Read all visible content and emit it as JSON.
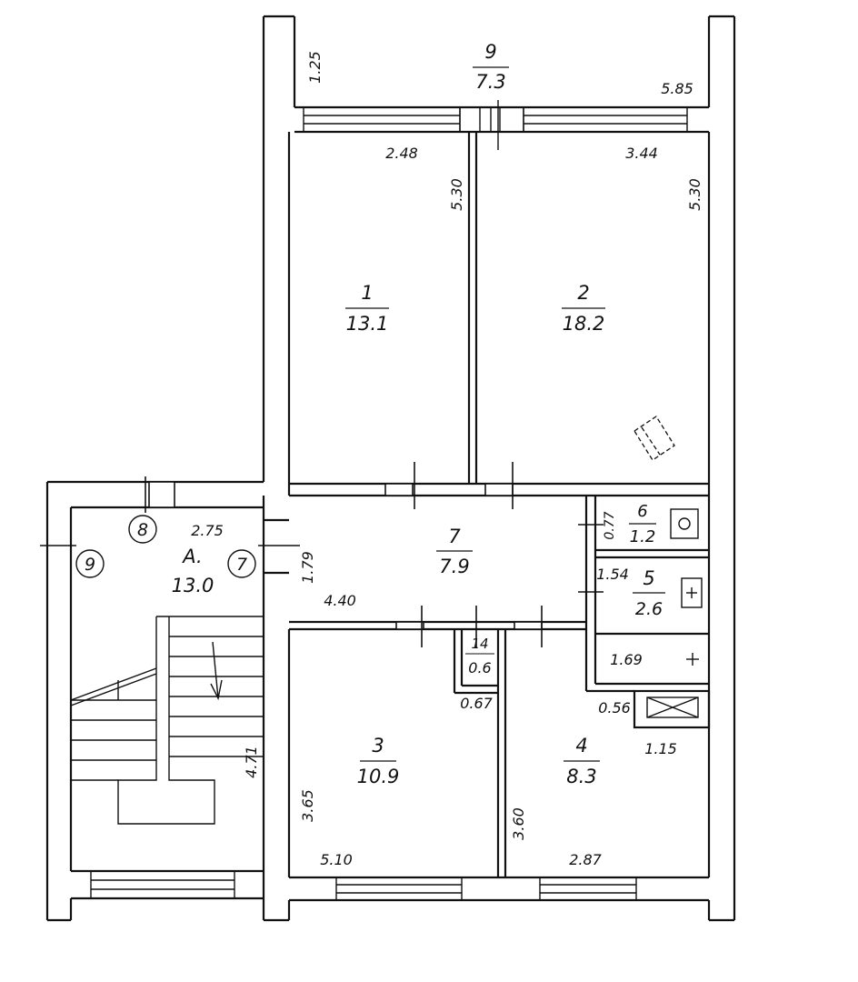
{
  "colors": {
    "line": "#111111",
    "background": "#ffffff"
  },
  "rooms": [
    {
      "id": "room-9",
      "number": "9",
      "area": "7.3"
    },
    {
      "id": "room-1",
      "number": "1",
      "area": "13.1"
    },
    {
      "id": "room-2",
      "number": "2",
      "area": "18.2"
    },
    {
      "id": "room-7",
      "number": "7",
      "area": "7.9"
    },
    {
      "id": "room-6",
      "number": "6",
      "area": "1.2"
    },
    {
      "id": "room-5",
      "number": "5",
      "area": "2.6"
    },
    {
      "id": "room-14",
      "number": "14",
      "area": "0.6"
    },
    {
      "id": "room-3",
      "number": "3",
      "area": "10.9"
    },
    {
      "id": "room-4",
      "number": "4",
      "area": "8.3"
    }
  ],
  "stair": {
    "label": "A.",
    "area": "13.0",
    "markers": [
      "8",
      "9",
      "7"
    ]
  },
  "dimensions": {
    "balcony_depth": "1.25",
    "balcony_length": "5.85",
    "room1_width": "2.48",
    "room1_depth": "5.30",
    "room2_width": "3.44",
    "room2_depth": "5.30",
    "stair_width": "2.75",
    "stair_depth": "4.71",
    "hall_depth": "1.79",
    "hall_length": "4.40",
    "room6_depth": "0.77",
    "room5_depth": "1.54",
    "room5_width": "1.69",
    "closet_width": "0.67",
    "shaft_width": "0.56",
    "room4_depth_b": "1.15",
    "room3_depth": "3.65",
    "room3_width": "5.10",
    "room4_depth": "3.60",
    "room4_width": "2.87"
  },
  "icons": [
    "toilet-icon",
    "sink-icon",
    "bathtub-tap-icon",
    "ventilation-shaft-icon",
    "door-swing-icon",
    "stair-direction-arrow-icon"
  ]
}
